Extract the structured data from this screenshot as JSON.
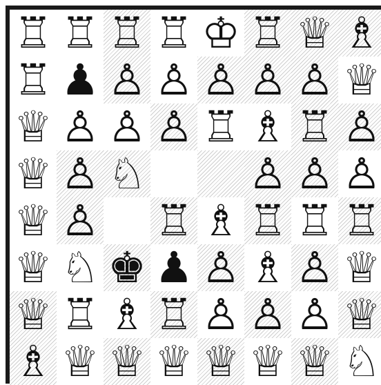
{
  "board": {
    "rows": [
      [
        "wR",
        "wR",
        "wR",
        "wR",
        "wK",
        "wR",
        "wQ",
        "wB"
      ],
      [
        "wR",
        "bP",
        "wP",
        "wP",
        "wP",
        "wP",
        "wP",
        "wQ"
      ],
      [
        "wQ",
        "wP",
        "wP",
        "wP",
        "wR",
        "wB",
        "wR",
        "wP"
      ],
      [
        "wQ",
        "wP",
        "wN",
        "",
        "",
        "wP",
        "wP",
        "wP"
      ],
      [
        "wQ",
        "wP",
        "",
        "wR",
        "wB",
        "wR",
        "wR",
        "wR"
      ],
      [
        "wQ",
        "wN",
        "bK",
        "bP",
        "wP",
        "wB",
        "wP",
        "wQ"
      ],
      [
        "wQ",
        "wR",
        "wB",
        "wR",
        "wP",
        "wP",
        "wP",
        "wQ"
      ],
      [
        "wB",
        "wQ",
        "wQ",
        "wQ",
        "wQ",
        "wQ",
        "wQ",
        "wN"
      ]
    ],
    "shading": [
      [
        "light",
        "light",
        "dark",
        "light",
        "light",
        "dark",
        "dark",
        "dark"
      ],
      [
        "light",
        "light",
        "dark",
        "light",
        "dark",
        "dark",
        "dark",
        "light"
      ],
      [
        "light",
        "light",
        "light",
        "dark",
        "light",
        "light",
        "dark",
        "dark"
      ],
      [
        "light",
        "dark",
        "dark",
        "light",
        "dark",
        "dark",
        "dark",
        "light"
      ],
      [
        "light",
        "dark",
        "light",
        "dark",
        "light",
        "dark",
        "light",
        "dark"
      ],
      [
        "light",
        "light",
        "dark",
        "light",
        "dark",
        "light",
        "dark",
        "light"
      ],
      [
        "dark",
        "light",
        "light",
        "dark",
        "light",
        "dark",
        "light",
        "dark"
      ],
      [
        "dark",
        "light",
        "dark",
        "light",
        "dark",
        "light",
        "dark",
        "light"
      ]
    ]
  },
  "piece_glyphs": {
    "wK": "♔",
    "wQ": "♕",
    "wR": "♖",
    "wB": "♗",
    "wN": "♘",
    "wP": "♙",
    "bK": "♚",
    "bQ": "♛",
    "bR": "♜",
    "bB": "♝",
    "bN": "♞",
    "bP": "♟"
  },
  "piece_names": {
    "wK": "white-king",
    "wQ": "white-queen",
    "wR": "white-rook",
    "wB": "white-bishop",
    "wN": "white-knight",
    "wP": "white-pawn",
    "bK": "black-king",
    "bQ": "black-queen",
    "bR": "black-rook",
    "bB": "black-bishop",
    "bN": "black-knight",
    "bP": "black-pawn"
  },
  "colors": {
    "frame": "#1a1a1a",
    "hatch": "#cfcfcf",
    "piece_ink": "#111111"
  }
}
